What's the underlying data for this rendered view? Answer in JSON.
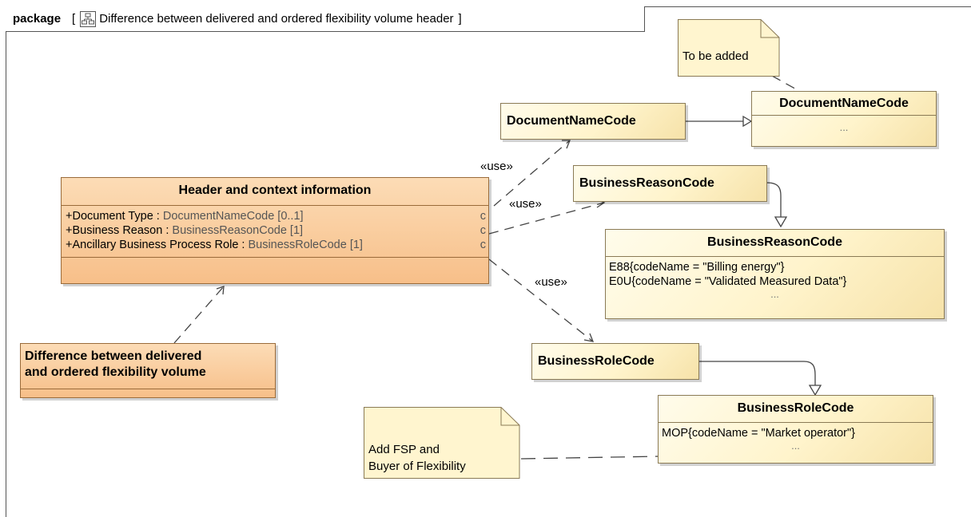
{
  "frame": {
    "keyword": "package",
    "bracket_open": "[",
    "title": "Difference between delivered and ordered flexibility volume header",
    "bracket_close": "]",
    "icon": "diagram-icon"
  },
  "header_class": {
    "title": "Header and context information",
    "attributes": [
      {
        "name": "+Document Type : ",
        "type": "DocumentNameCode [0..1]",
        "end": "c"
      },
      {
        "name": "+Business Reason : ",
        "type": "BusinessReasonCode [1]",
        "end": "c"
      },
      {
        "name": "+Ancillary Business Process Role : ",
        "type": "BusinessRoleCode [1]",
        "end": "c"
      }
    ]
  },
  "flex_class": {
    "line1": "Difference between delivered",
    "line2": "and ordered flexibility volume"
  },
  "simple_classes": {
    "document_name": "DocumentNameCode",
    "business_reason": "BusinessReasonCode",
    "business_role": "BusinessRoleCode"
  },
  "enums": {
    "document_name": {
      "title": "DocumentNameCode",
      "ellipsis": "..."
    },
    "business_reason": {
      "title": "BusinessReasonCode",
      "literals": [
        "E88{codeName = \"Billing energy\"}",
        "E0U{codeName = \"Validated Measured Data\"}"
      ],
      "ellipsis": "..."
    },
    "business_role": {
      "title": "BusinessRoleCode",
      "literals": [
        "MOP{codeName = \"Market operator\"}"
      ],
      "ellipsis": "..."
    }
  },
  "notes": {
    "to_be_added": "To be added",
    "fsp_line1": "Add FSP and",
    "fsp_line2": "Buyer of Flexibility"
  },
  "stereotypes": {
    "use1": "«use»",
    "use2": "«use»",
    "use3": "«use»"
  },
  "colors": {
    "class_fill": "#fff4cc",
    "header_fill": "#f7bf89",
    "border": "#8a7a55"
  }
}
